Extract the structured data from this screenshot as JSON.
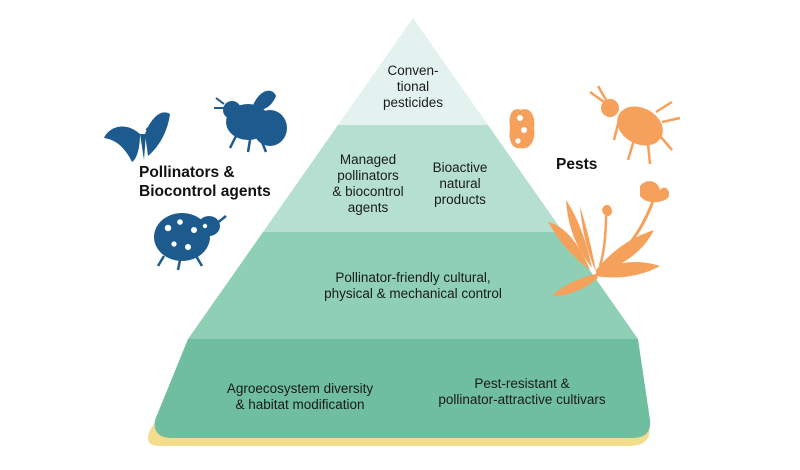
{
  "left_group": {
    "title": "Pollinators &\nBiocontrol agents",
    "color": "#1d5b8f"
  },
  "right_group": {
    "title": "Pests",
    "color": "#f5a05b"
  },
  "pyramid": {
    "colors": {
      "tier1": "#e3f2ee",
      "tier2": "#b5dfd1",
      "tier3": "#8ecfb6",
      "tier4": "#6ebe9f",
      "shadow": "#f3dd8c"
    },
    "tiers": [
      {
        "items": [
          "Conven-\ntional\npesticides"
        ]
      },
      {
        "items": [
          "Managed\npollinators\n& biocontrol\nagents",
          "Bioactive\nnatural\nproducts"
        ]
      },
      {
        "items": [
          "Pollinator-friendly cultural,\nphysical & mechanical control"
        ]
      },
      {
        "items": [
          "Agroecosystem diversity\n& habitat modification",
          "Pest-resistant &\npollinator-attractive cultivars"
        ]
      }
    ]
  },
  "icons": [
    "butterfly-icon",
    "bumblebee-icon",
    "ladybird-icon",
    "fungal-spore-icon",
    "aphid-icon",
    "dandelion-weed-icon"
  ]
}
